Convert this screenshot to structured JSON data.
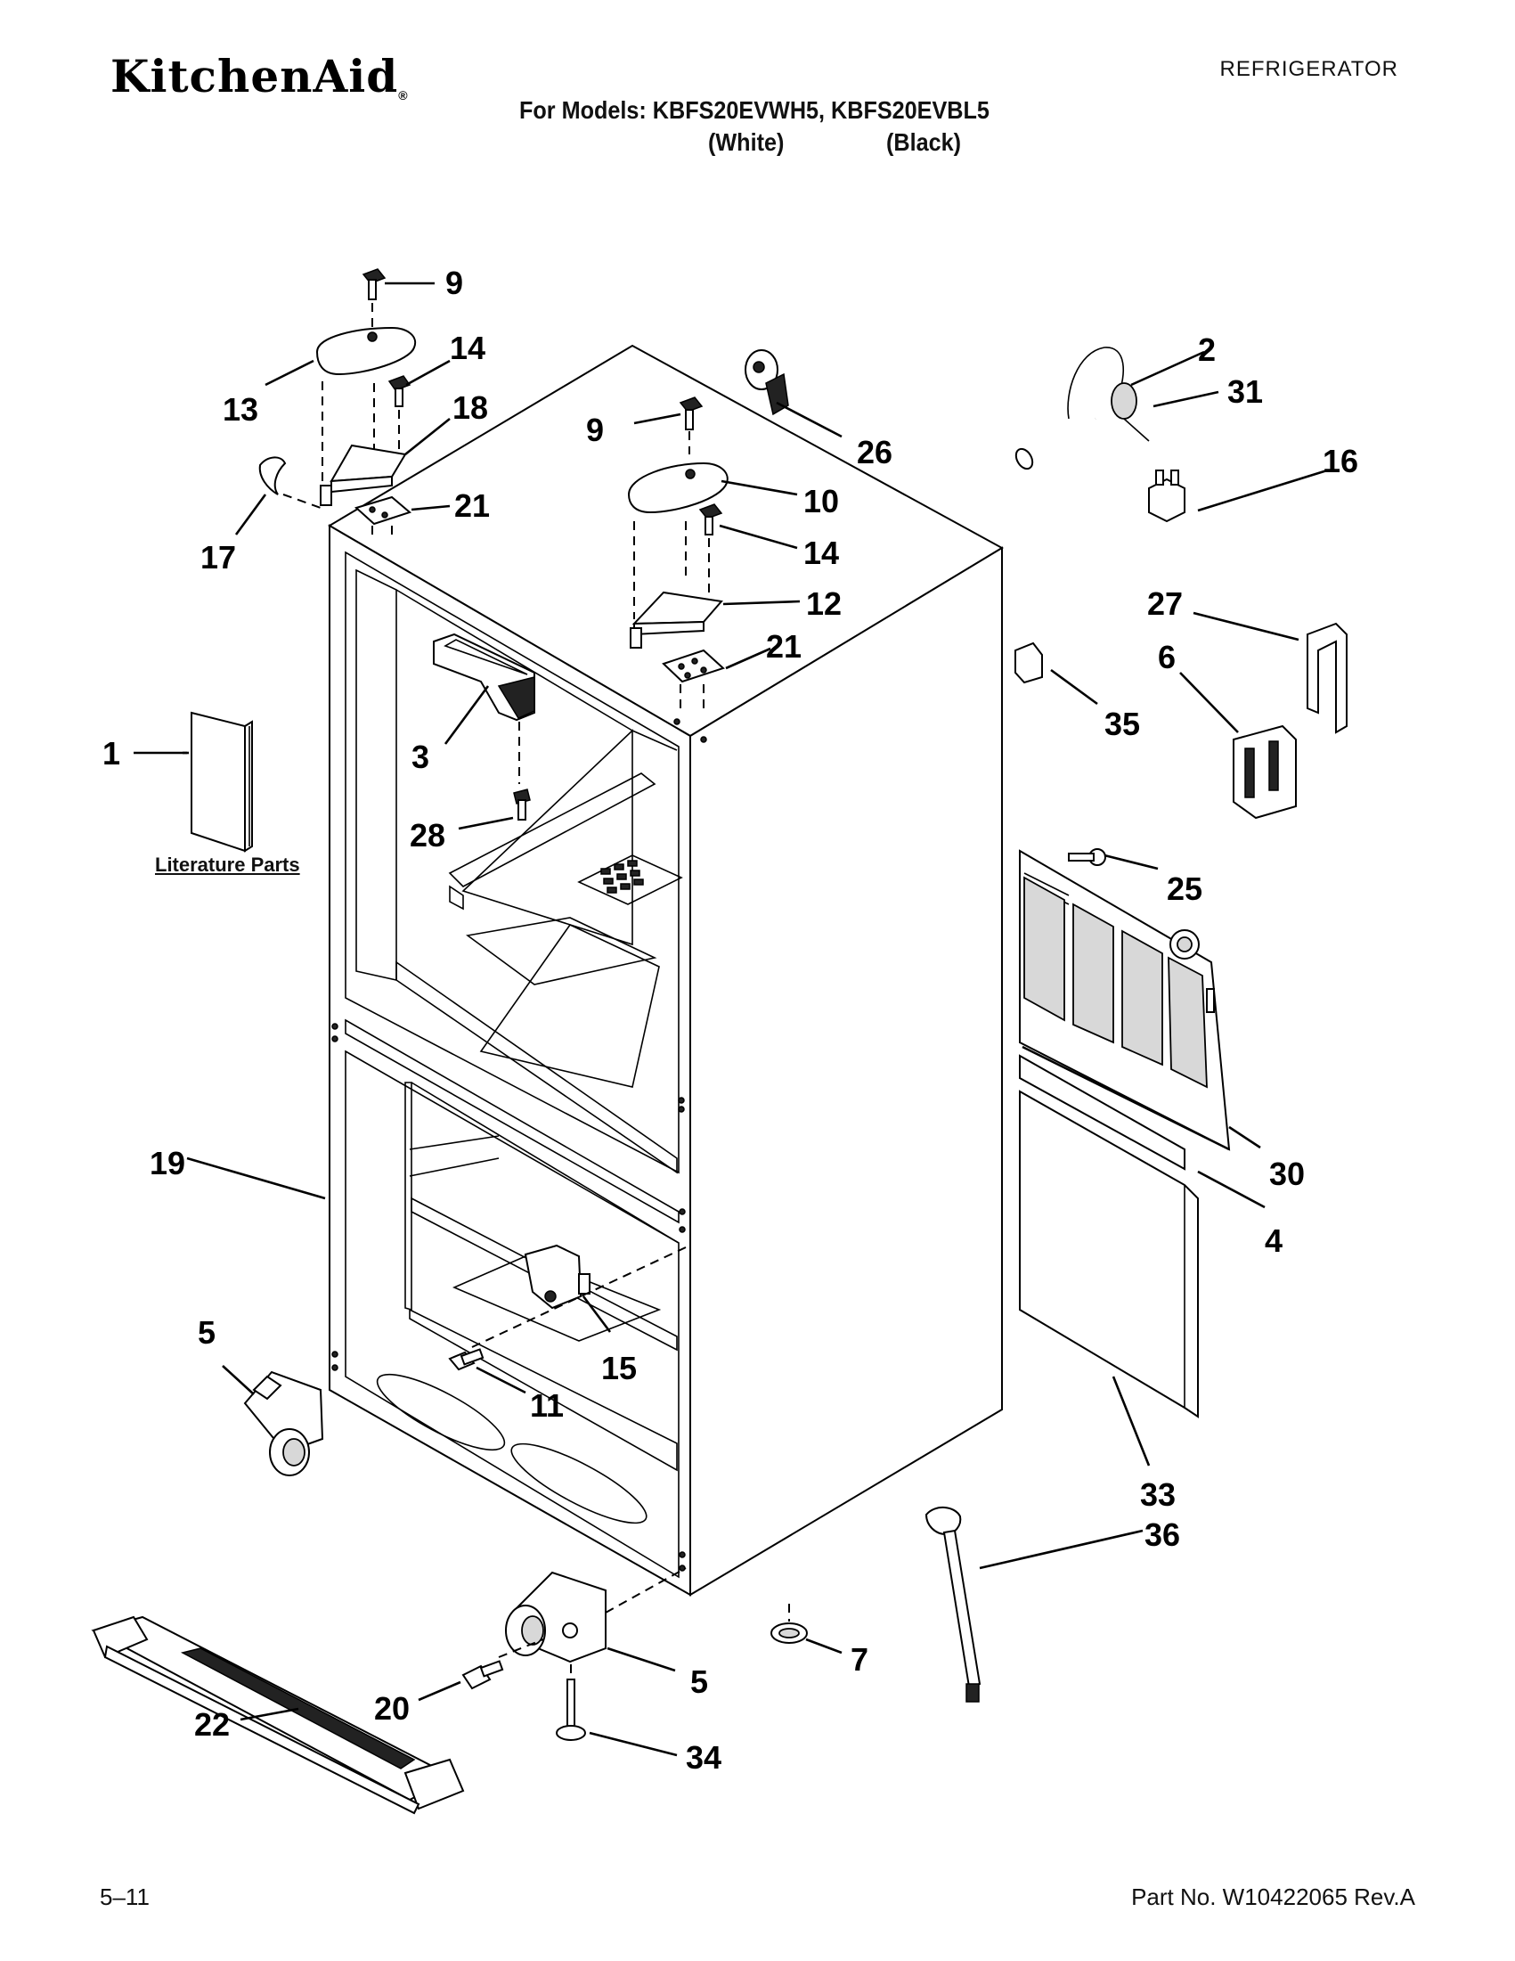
{
  "header": {
    "brand": "KitchenAid",
    "brand_mark": "®",
    "appliance": "REFRIGERATOR",
    "models_line": "For Models: KBFS20EVWH5, KBFS20EVBL5",
    "color_white": "(White)",
    "color_black": "(Black)"
  },
  "diagram": {
    "literature_label": "Literature Parts",
    "callouts": [
      "1",
      "2",
      "3",
      "4",
      "5",
      "5",
      "6",
      "7",
      "9",
      "9",
      "10",
      "11",
      "12",
      "13",
      "14",
      "14",
      "15",
      "16",
      "17",
      "18",
      "19",
      "20",
      "21",
      "21",
      "22",
      "25",
      "26",
      "27",
      "28",
      "30",
      "31",
      "33",
      "34",
      "35",
      "36"
    ]
  },
  "footer": {
    "page": "5–11",
    "part_number": "Part No. W10422065 Rev.A"
  }
}
